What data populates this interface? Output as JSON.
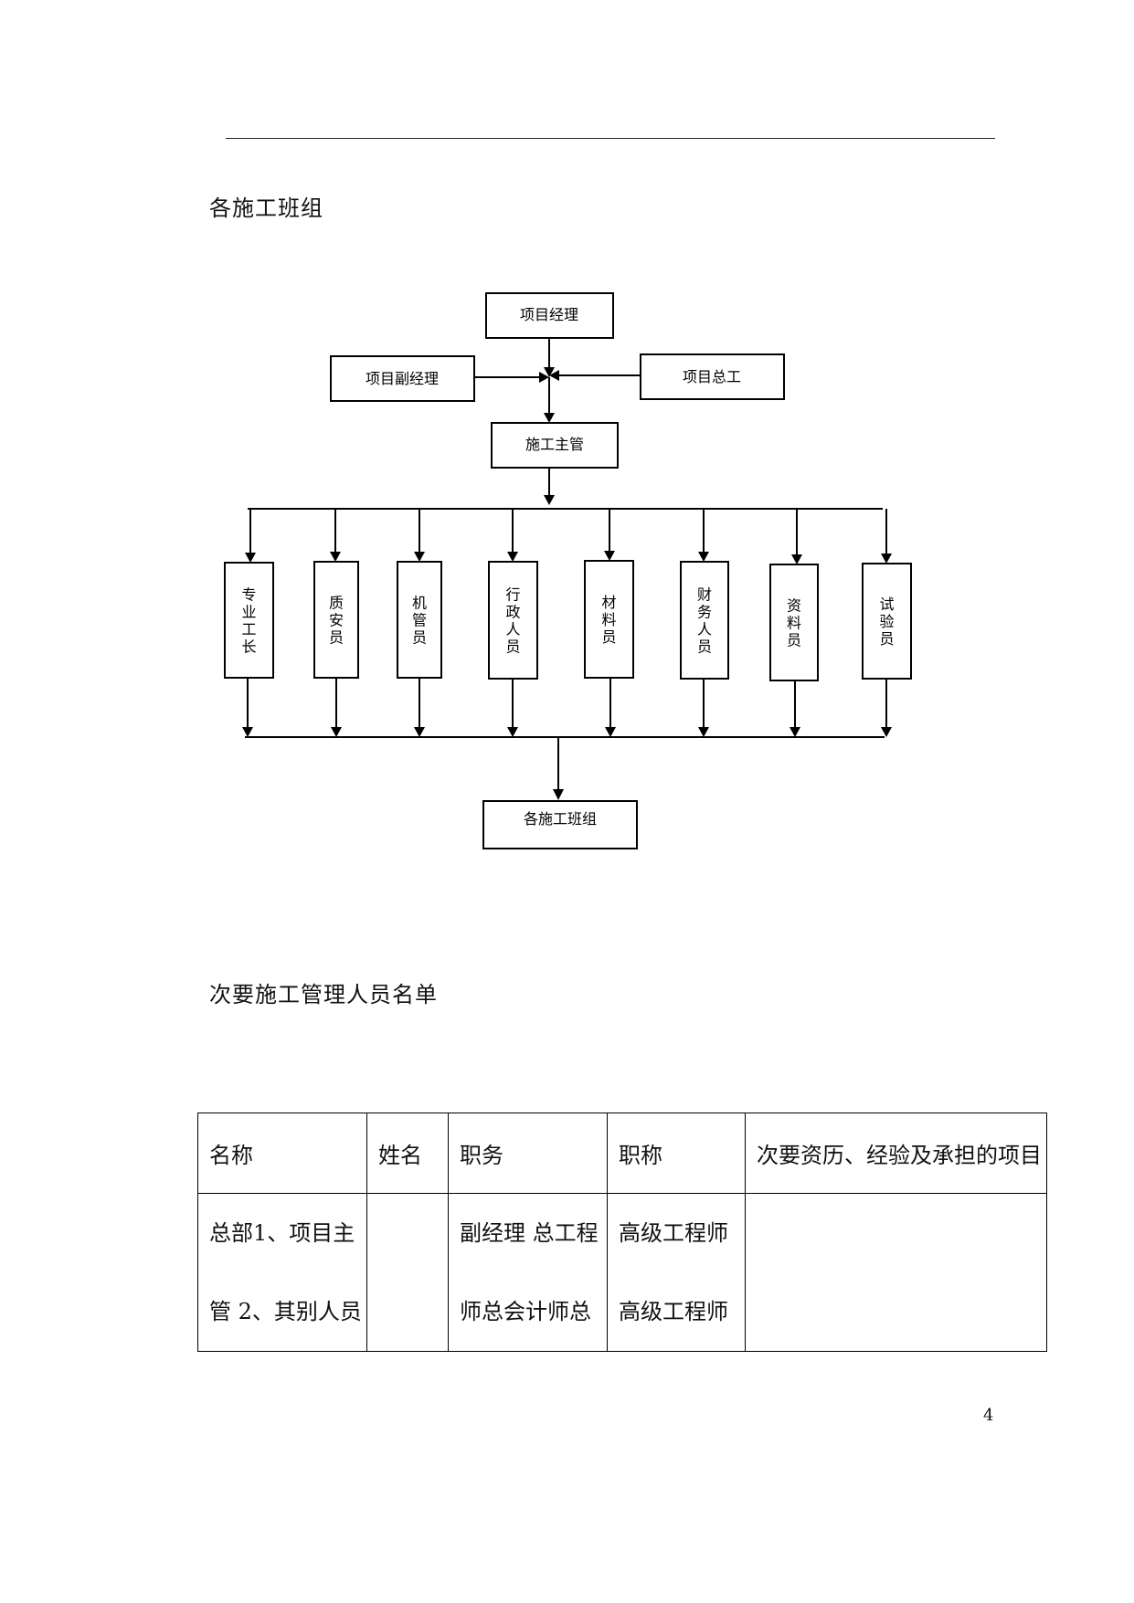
{
  "page": {
    "heading_1": "各施工班组",
    "heading_2": "次要施工管理人员名单",
    "page_number": "4"
  },
  "org_chart": {
    "top": "项目经理",
    "left": "项目副经理",
    "right": "项目总工",
    "middle": "施工主管",
    "branches": [
      "专业工长",
      "质安员",
      "机管员",
      "行政人员",
      "材料员",
      "财务人员",
      "资料员",
      "试验员"
    ],
    "bottom": "各施工班组"
  },
  "table": {
    "headers": [
      "名称",
      "姓名",
      "职务",
      "职称",
      "次要资历、经验及承担的项目"
    ],
    "row": {
      "name": [
        "总部1、项目主",
        "管 2、其别人员"
      ],
      "person": [],
      "position": [
        "副经理 总工程",
        "师总会计师总"
      ],
      "title": [
        "高级工程师",
        "高级工程师"
      ],
      "experience": []
    }
  }
}
